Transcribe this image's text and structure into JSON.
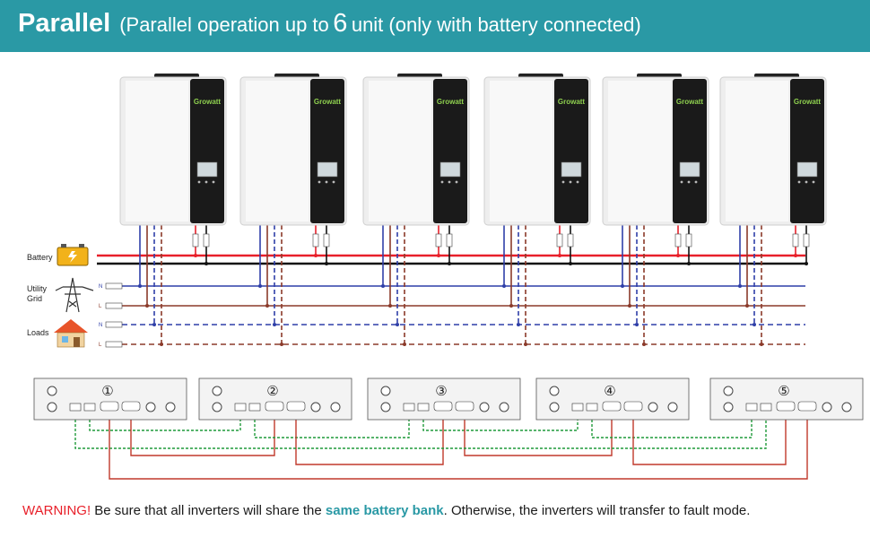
{
  "header": {
    "title": "Parallel",
    "subtitle_start": "(Parallel operation up to",
    "unit_count": "6",
    "subtitle_end": "unit (only with battery connected)"
  },
  "brand": "Growatt",
  "labels": {
    "battery": "Battery",
    "utility_line1": "Utility",
    "utility_line2": "Grid",
    "loads": "Loads",
    "n": "N",
    "l": "L"
  },
  "port_numbers": [
    "①",
    "②",
    "③",
    "④",
    "⑤"
  ],
  "warning": {
    "prefix": "WARNING!",
    "text1": "Be sure that all inverters will share the",
    "highlight": "same battery bank",
    "text2": ". Otherwise, the inverters will transfer to fault mode."
  },
  "colors": {
    "header_bg": "#2a99a5",
    "battery_positive": "#e8202a",
    "battery_negative": "#111111",
    "utility_neutral": "#2f3fa8",
    "utility_line": "#8b3a2a",
    "comm_green": "#1f9a3a",
    "comm_red": "#c0392b"
  }
}
